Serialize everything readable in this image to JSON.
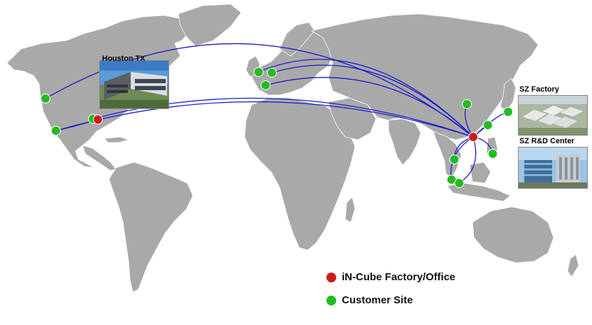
{
  "colors": {
    "land": "#a9a9a9",
    "land_border": "#ffffff",
    "route": "#1a1acc",
    "factory": "#cc1a1a",
    "customer": "#22bb22"
  },
  "photos": {
    "houston": {
      "label": "Houston TX"
    },
    "sz_factory": {
      "label": "SZ Factory"
    },
    "sz_rd": {
      "label": "SZ R&D Center"
    }
  },
  "legend": {
    "factory": "iN-Cube Factory/Office",
    "customer": "Customer Site"
  },
  "map": {
    "routes_count": 14
  }
}
